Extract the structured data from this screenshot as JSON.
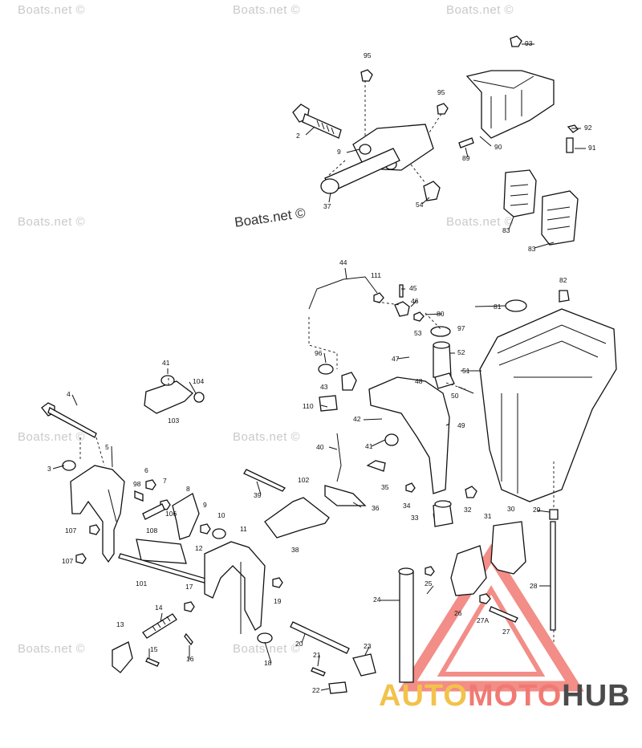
{
  "watermarks": [
    "Boats.net ©",
    "Boats.net ©",
    "Boats.net ©",
    "Boats.net ©",
    "Boats.net ©",
    "Boats.net ©",
    "Boats.net ©",
    "Boats.net ©",
    "Boats.net ©"
  ],
  "credit": "Boats.net ©",
  "logo": {
    "part1": "AUTO",
    "part2": "MOTO",
    "part3": "HUB",
    "colors": {
      "auto": "#f2c24a",
      "moto": "#f07a73",
      "hub": "#4b4b4b",
      "triangle": "#f07a73"
    }
  },
  "part_numbers": [
    "95",
    "95",
    "93",
    "92",
    "91",
    "2",
    "9",
    "90",
    "89",
    "37",
    "54",
    "83",
    "83",
    "44",
    "111",
    "45",
    "46",
    "80",
    "82",
    "81",
    "53",
    "97",
    "96",
    "47",
    "52",
    "51",
    "43",
    "48",
    "50",
    "110",
    "42",
    "41",
    "104",
    "103",
    "4",
    "49",
    "5",
    "3",
    "40",
    "41",
    "102",
    "39",
    "35",
    "6",
    "7",
    "8",
    "98",
    "9",
    "10",
    "106",
    "108",
    "107",
    "107",
    "12",
    "101",
    "36",
    "34",
    "32",
    "31",
    "30",
    "29",
    "33",
    "38",
    "11",
    "17",
    "19",
    "24",
    "25",
    "28",
    "14",
    "26",
    "27A",
    "27",
    "13",
    "15",
    "16",
    "18",
    "20",
    "21",
    "23",
    "22"
  ]
}
